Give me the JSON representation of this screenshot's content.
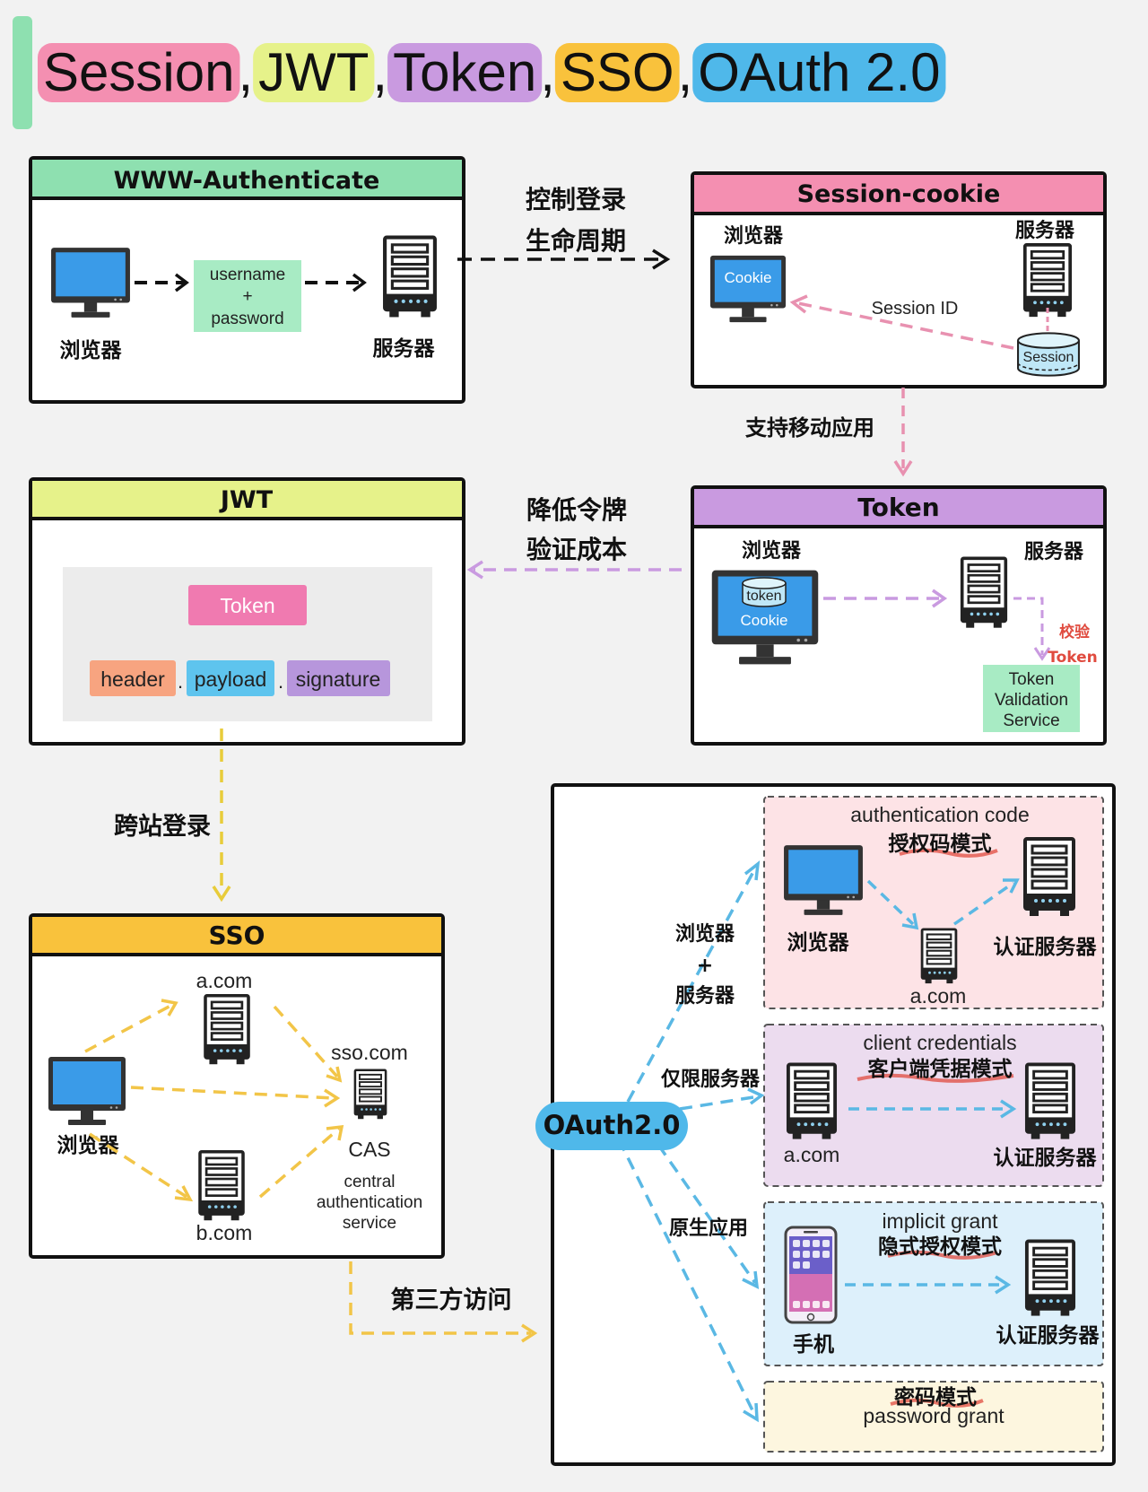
{
  "title": {
    "parts": [
      {
        "text": "Session",
        "color": "#f48fb1"
      },
      {
        "text": "JWT",
        "color": "#e6f28a"
      },
      {
        "text": "Token",
        "color": "#c99ae0"
      },
      {
        "text": "SSO",
        "color": "#f9c23c"
      },
      {
        "text": "OAuth 2.0",
        "color": "#4fb8ea"
      }
    ],
    "separator": ","
  },
  "colors": {
    "www_header": "#8ee0b0",
    "session_header": "#f48fb1",
    "jwt_header": "#e6f28a",
    "token_header": "#c99ae0",
    "sso_header": "#f9c23c",
    "oauth_badge": "#4fb8ea",
    "accent_bar": "#8ee0b0",
    "monitor": "#3a9be8",
    "header_chip": "#f7a480",
    "payload_chip": "#5ec4ee",
    "signature_chip": "#b796dc",
    "token_chip": "#f07ab0",
    "green_box": "#a8ebc4",
    "pink_arrow": "#e891b0",
    "purple_arrow": "#c99ae0",
    "yellow_arrow": "#e8cc3a",
    "sso_arrow": "#f2c548",
    "blue_arrow": "#5ab8e4",
    "red_text": "#e04b3f"
  },
  "www": {
    "title": "WWW-Authenticate",
    "browser": "浏览器",
    "server": "服务器",
    "cred_line1": "username",
    "cred_line2": "+",
    "cred_line3": "password"
  },
  "link_www_session": {
    "line1": "控制登录",
    "line2": "生命周期"
  },
  "session": {
    "title": "Session-cookie",
    "browser": "浏览器",
    "server": "服务器",
    "cookie": "Cookie",
    "session_id": "Session ID",
    "session_db": "Session"
  },
  "link_session_token": "支持移动应用",
  "token": {
    "title": "Token",
    "browser": "浏览器",
    "server": "服务器",
    "token_label": "token",
    "cookie": "Cookie",
    "verify1": "校验",
    "verify2": "Token",
    "service_line1": "Token",
    "service_line2": "Validation",
    "service_line3": "Service"
  },
  "link_token_jwt": {
    "line1": "降低令牌",
    "line2": "验证成本"
  },
  "jwt": {
    "title": "JWT",
    "token_chip": "Token",
    "header": "header",
    "payload": "payload",
    "signature": "signature",
    "dot": "."
  },
  "link_jwt_sso": "跨站登录",
  "sso": {
    "title": "SSO",
    "browser": "浏览器",
    "a_com": "a.com",
    "b_com": "b.com",
    "sso_com": "sso.com",
    "cas": "CAS",
    "cas_desc1": "central",
    "cas_desc2": "authentication",
    "cas_desc3": "service"
  },
  "link_sso_oauth": "第三方访问",
  "oauth": {
    "badge": "OAuth2.0",
    "branch_browser1": "浏览器",
    "branch_plus": "+",
    "branch_browser2": "服务器",
    "branch_server": "仅限服务器",
    "branch_native": "原生应用",
    "auth_code_en": "authentication code",
    "auth_code_cn": "授权码模式",
    "auth_code_browser": "浏览器",
    "auth_code_a": "a.com",
    "auth_code_auth": "认证服务器",
    "client_en": "client credentials",
    "client_cn": "客户端凭据模式",
    "client_a": "a.com",
    "client_auth": "认证服务器",
    "implicit_en": "implicit grant",
    "implicit_cn": "隐式授权模式",
    "implicit_phone": "手机",
    "implicit_auth": "认证服务器",
    "password_cn": "密码模式",
    "password_en": "password grant",
    "panel_colors": {
      "auth_code": "#fde3e6",
      "client": "#ecdcef",
      "implicit": "#ddf0fb",
      "password": "#fdf6df"
    }
  }
}
